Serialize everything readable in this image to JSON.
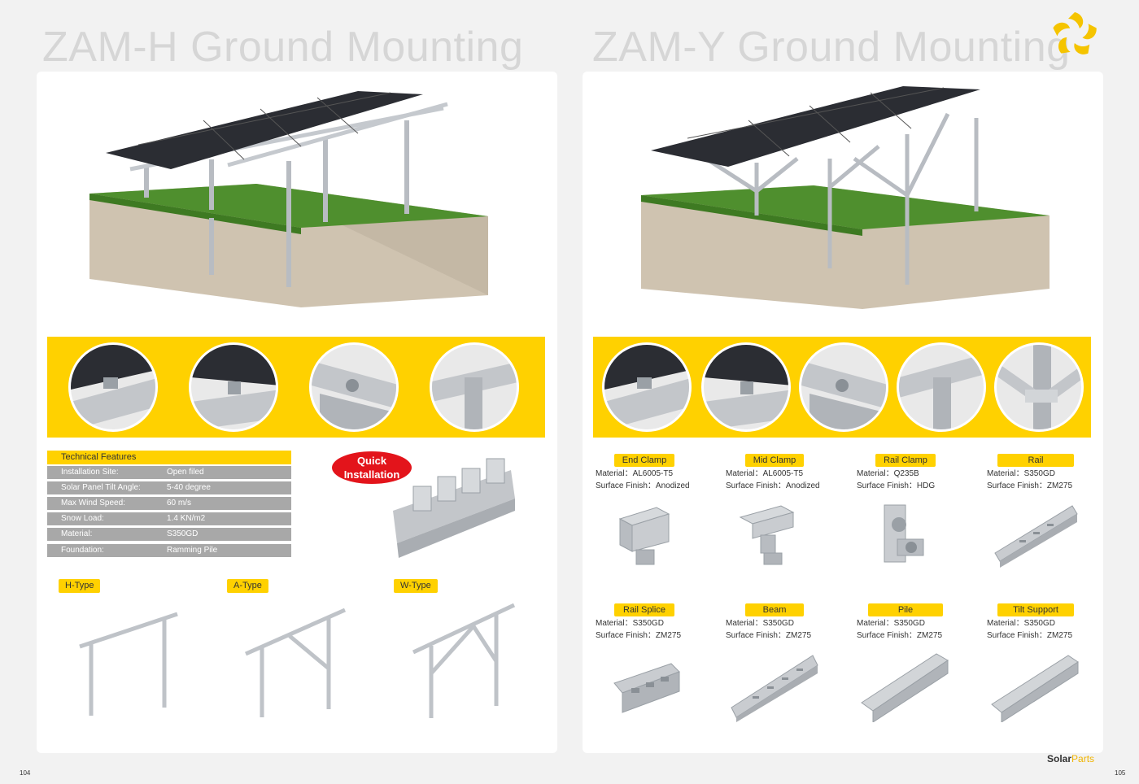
{
  "titles": {
    "left": "ZAM-H Ground Mounting",
    "right": "ZAM-Y Ground Mounting"
  },
  "technical": {
    "header": "Technical  Features",
    "rows": [
      {
        "label": "Installation Site:",
        "value": "Open filed"
      },
      {
        "label": "Solar Panel Tilt Angle:",
        "value": "5-40 degree"
      },
      {
        "label": "Max Wind Speed:",
        "value": "60 m/s"
      },
      {
        "label": "Snow Load:",
        "value": "1.4 KN/m2"
      },
      {
        "label": "Material:",
        "value": "S350GD"
      },
      {
        "label": "Foundation:",
        "value": "Ramming Pile"
      }
    ]
  },
  "quick": {
    "line1": "Quick",
    "line2": "Installation"
  },
  "types": [
    "H-Type",
    "A-Type",
    "W-Type"
  ],
  "components": [
    {
      "name": "End Clamp",
      "material": "Material：AL6005-T5",
      "finish": "Surface Finish：Anodized"
    },
    {
      "name": "Mid Clamp",
      "material": "Material：AL6005-T5",
      "finish": "Surface Finish：Anodized"
    },
    {
      "name": "Rail Clamp",
      "material": "Material：Q235B",
      "finish": "Surface Finish：HDG"
    },
    {
      "name": "Rail",
      "material": "Material：S350GD",
      "finish": "Surface Finish：ZM275"
    },
    {
      "name": "Rail Splice",
      "material": "Material：S350GD",
      "finish": "Surface Finish：ZM275"
    },
    {
      "name": "Beam",
      "material": "Material：S350GD",
      "finish": "Surface Finish：ZM275"
    },
    {
      "name": "Pile",
      "material": "Material：S350GD",
      "finish": "Surface Finish：ZM275"
    },
    {
      "name": "Tilt Support",
      "material": "Material：S350GD",
      "finish": "Surface Finish：ZM275"
    }
  ],
  "pages": {
    "left": "104",
    "right": "105"
  },
  "brand": {
    "solar": "Solar",
    "parts": "Parts"
  },
  "colors": {
    "accent": "#ffd100",
    "badge": "#e3141b",
    "title": "#d6d6d6"
  }
}
